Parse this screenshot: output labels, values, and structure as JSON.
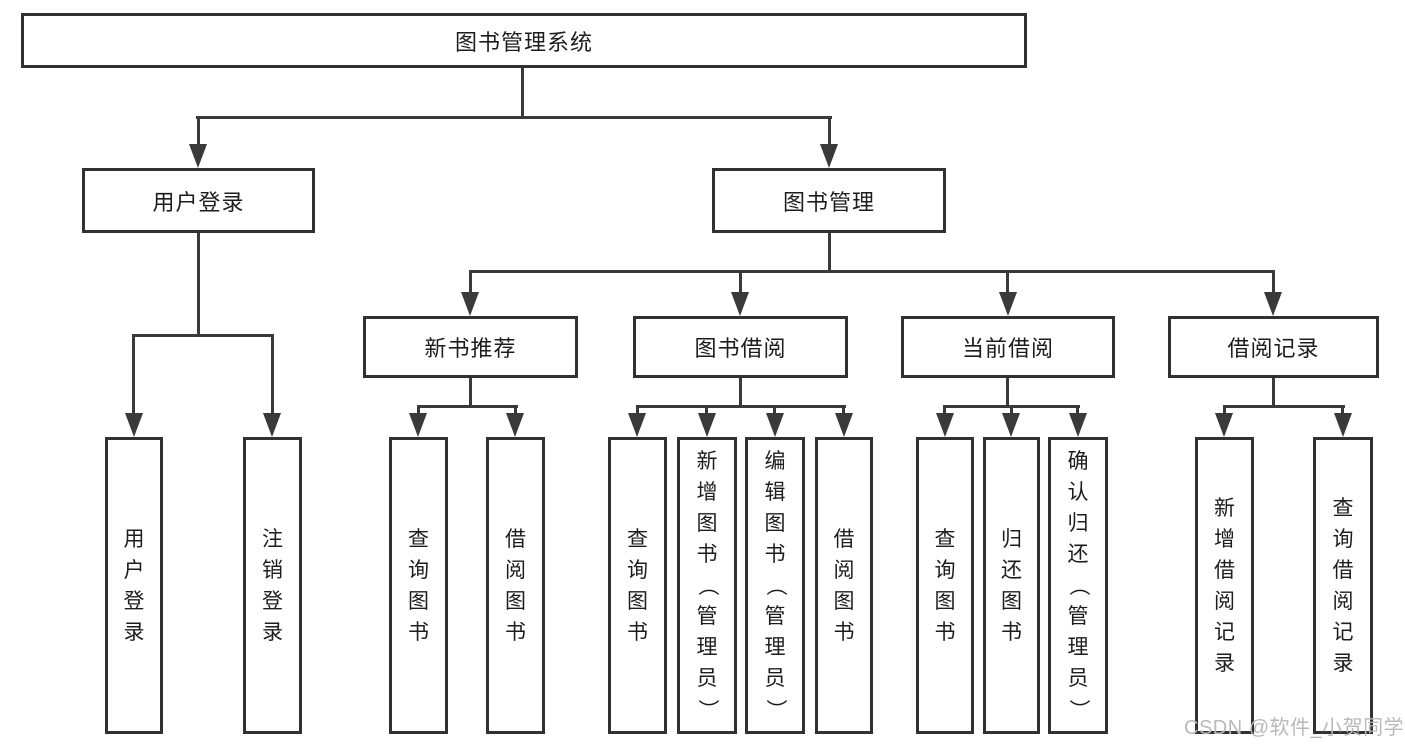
{
  "diagram_title": "图书管理系统",
  "tree": {
    "root": "图书管理系统",
    "user_login": {
      "label": "用户登录",
      "children": {
        "login": "用户登录",
        "logout": "注销登录"
      }
    },
    "book_management": {
      "label": "图书管理",
      "recommend": {
        "label": "新书推荐",
        "children": {
          "query": "查询图书",
          "borrow": "借阅图书"
        }
      },
      "borrowing": {
        "label": "图书借阅",
        "children": {
          "query": "查询图书",
          "add": "新增图书（管理员）",
          "edit": "编辑图书（管理员）",
          "borrow": "借阅图书"
        }
      },
      "current": {
        "label": "当前借阅",
        "children": {
          "query": "查询图书",
          "return": "归还图书",
          "confirm": "确认归还（管理员）"
        }
      },
      "records": {
        "label": "借阅记录",
        "children": {
          "add": "新增借阅记录",
          "query": "查询借阅记录"
        }
      }
    }
  },
  "watermark": "CSDN @软件_小贺同学",
  "colors": {
    "line": "#3a3a3a",
    "border": "#313131",
    "text": "#1d1d1d",
    "watermark": "#b9b9b9",
    "background": "#ffffff"
  }
}
